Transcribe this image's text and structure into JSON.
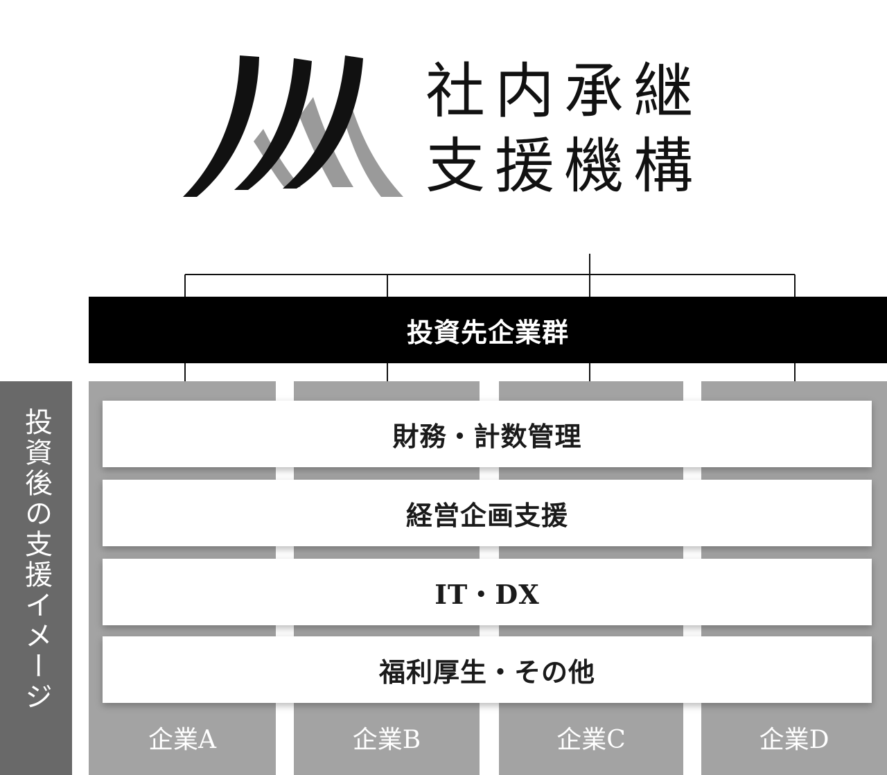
{
  "logo": {
    "icon": "mountain-stripes-logo-icon",
    "line1": "社内承継",
    "line2": "支援機構",
    "colors": {
      "primary": "#111111",
      "secondary": "#9a9a9a"
    }
  },
  "investee_group": {
    "label": "投資先企業群",
    "color": "#000000"
  },
  "side_label": {
    "text": "投資後の支援イメージ",
    "color": "#696969"
  },
  "support_items": [
    {
      "label": "財務・計数管理"
    },
    {
      "label": "経営企画支援"
    },
    {
      "label": "IT・DX"
    },
    {
      "label": "福利厚生・その他"
    }
  ],
  "companies": [
    {
      "name": "企業A"
    },
    {
      "name": "企業B"
    },
    {
      "name": "企業C"
    },
    {
      "name": "企業D"
    }
  ],
  "column_color": "#a3a3a3"
}
